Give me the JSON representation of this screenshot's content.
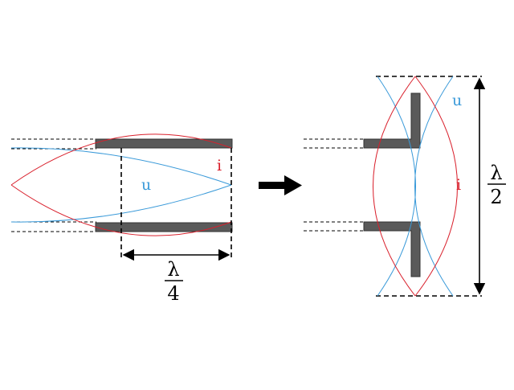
{
  "colors": {
    "voltage": "#3a9ad9",
    "current": "#d9202c",
    "conductor": "#5a5a5a",
    "ink": "#000000"
  },
  "left": {
    "voltage_label": "u",
    "current_label": "i",
    "length": {
      "numerator": "λ",
      "denominator": "4"
    }
  },
  "right": {
    "voltage_label": "u",
    "current_label": "i",
    "length": {
      "numerator": "λ",
      "denominator": "2"
    }
  },
  "icons": {
    "transform": "arrow-right-icon"
  }
}
